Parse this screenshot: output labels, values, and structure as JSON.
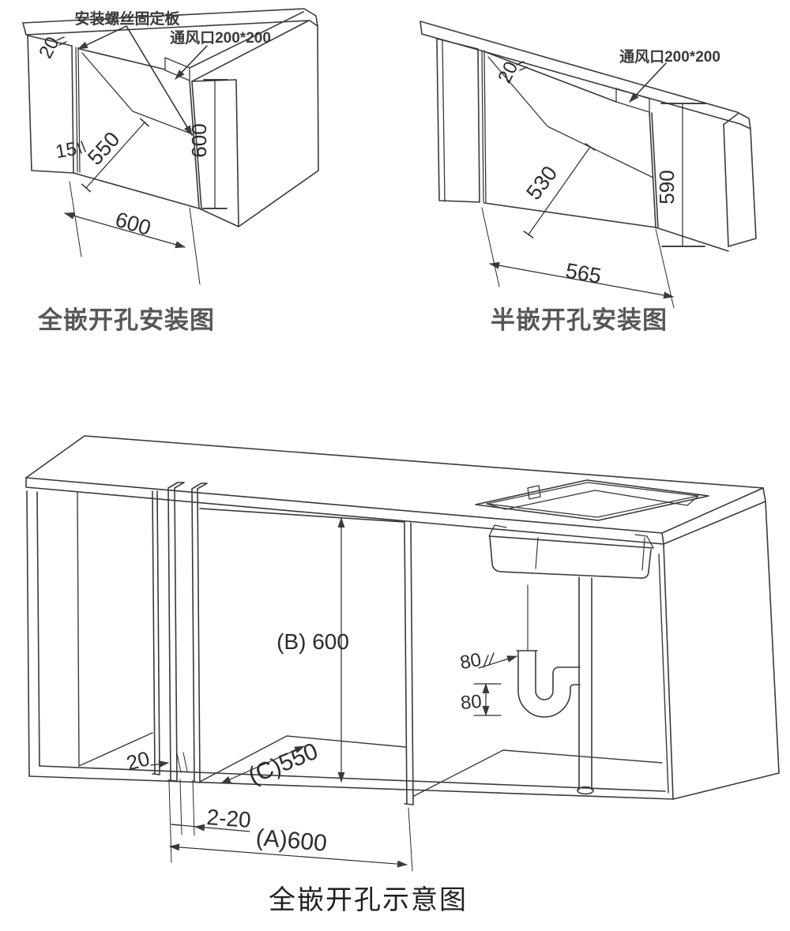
{
  "colors": {
    "background": "#ffffff",
    "line": "#3a3a3c",
    "dim_text": "#2c2c2e",
    "section_title": "#57575a",
    "schematic_title": "#1f1f21"
  },
  "full_embed": {
    "title": "全嵌开孔安装图",
    "screw_plate_label": "安装螺丝固定板",
    "vent_label": "通风口200*200",
    "dim_top_gap": "20",
    "dim_plate": "15",
    "dim_depth": "550",
    "dim_height": "600",
    "dim_width": "600"
  },
  "semi_embed": {
    "title": "半嵌开孔安装图",
    "vent_label": "通风口200*200",
    "dim_top_gap": "20",
    "dim_depth": "530",
    "dim_height": "590",
    "dim_width": "565"
  },
  "schematic": {
    "title": "全嵌开孔示意图",
    "dim_panel_thickness": "20",
    "dim_double_panel": "2-20",
    "dim_width_a": "(A)600",
    "dim_height_b": "(B) 600",
    "dim_depth_c": "(C)550",
    "dim_trap_side": "80",
    "dim_trap_vert": "80"
  }
}
